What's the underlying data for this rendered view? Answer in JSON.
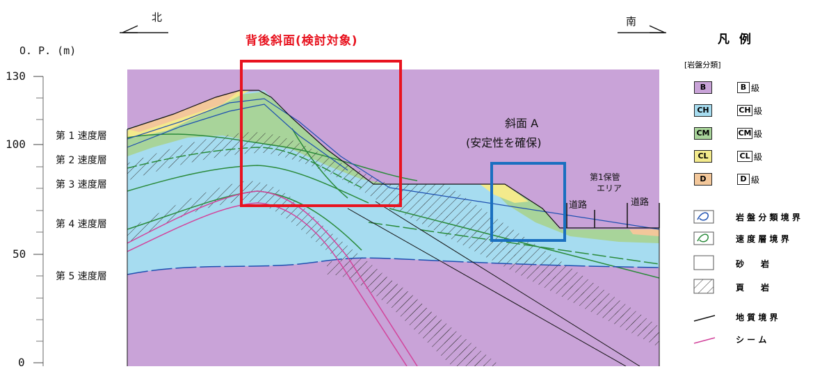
{
  "compass": {
    "north": "北",
    "south": "南"
  },
  "axis": {
    "unit_label": "O. P. (m)",
    "ticks": [
      "130",
      "100",
      "50",
      "0"
    ]
  },
  "title_red": "背後斜面(検討対象)",
  "slope_a": {
    "line1": "斜面 A",
    "line2": "(安定性を確保)"
  },
  "layers": [
    "第 1 速度層",
    "第 2 速度層",
    "第 3 速度層",
    "第 4 速度層",
    "第 5 速度層"
  ],
  "area": {
    "storage_line1": "第1保管",
    "storage_line2": "エリア",
    "road1": "道路",
    "road2": "道路"
  },
  "legend": {
    "title": "凡例",
    "subtitle": "[岩盤分類]",
    "grades": [
      {
        "code": "B",
        "label": "B級",
        "color": "#c9a3d8"
      },
      {
        "code": "CH",
        "label": "CH級",
        "color": "#a6dcf0"
      },
      {
        "code": "CM",
        "label": "CM級",
        "color": "#a8d49a"
      },
      {
        "code": "CL",
        "label": "CL級",
        "color": "#f3ea8c"
      },
      {
        "code": "D",
        "label": "D級",
        "color": "#f3c79a"
      }
    ],
    "lines": [
      {
        "label": "岩 盤 分 類 境 界",
        "icon": "rock-boundary-icon"
      },
      {
        "label": "速 度 層 境 界",
        "icon": "velocity-boundary-icon"
      },
      {
        "label": "砂　　岩",
        "icon": "sandstone-icon"
      },
      {
        "label": "頁　　岩",
        "icon": "shale-icon"
      },
      {
        "label": "地 質 境 界",
        "icon": "geo-boundary-icon"
      },
      {
        "label": "シ ー ム",
        "icon": "seam-icon"
      }
    ]
  },
  "colors": {
    "red_box": "#e8131f",
    "blue_box": "#1a6fc0",
    "purple": "#c9a3d8",
    "light_blue": "#a6dcf0",
    "green": "#a8d49a",
    "yellow": "#f3ea8c",
    "orange": "#f3c79a"
  }
}
